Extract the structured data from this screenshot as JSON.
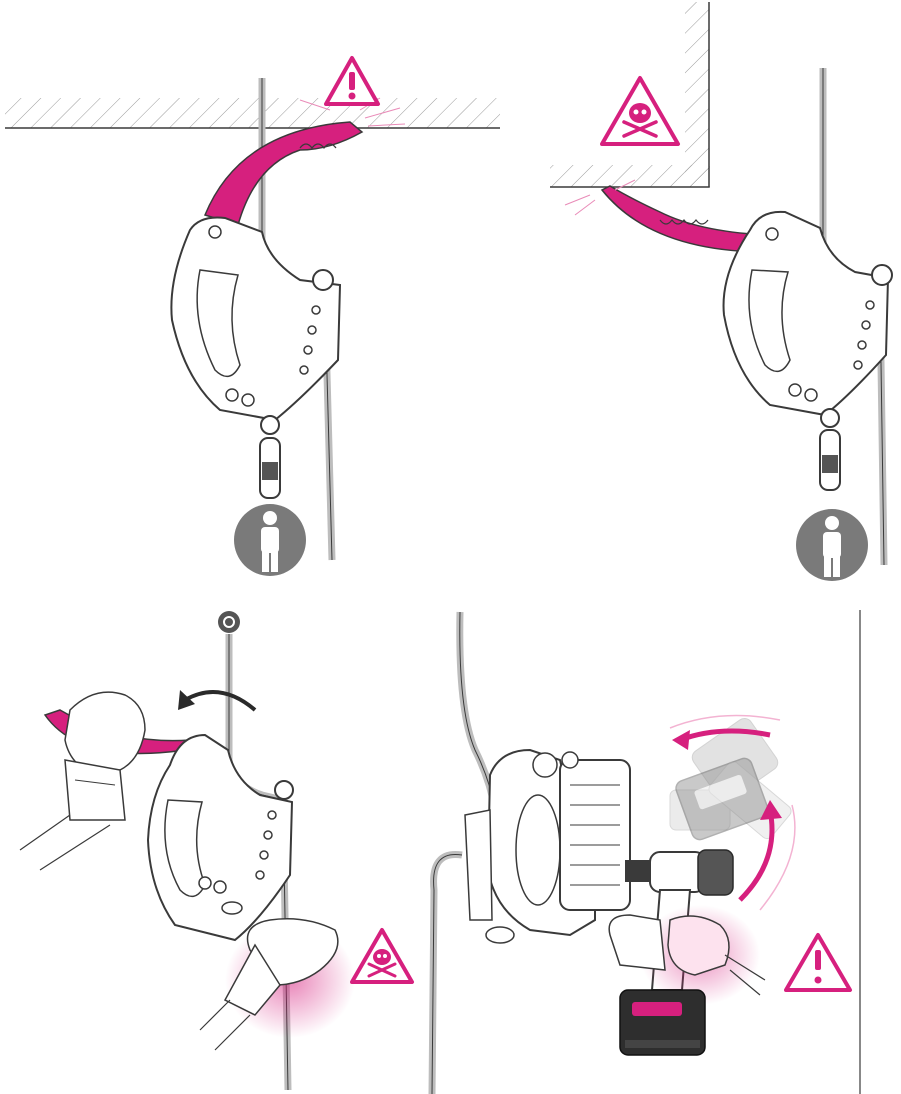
{
  "colors": {
    "accent": "#d6207e",
    "line": "#3a3a3a",
    "rope": "#bdbdbd",
    "grey_badge": "#7a7a7a",
    "battery": "#2e2e2e",
    "white": "#ffffff"
  },
  "icons": {
    "warning": "warning-triangle-icon",
    "danger": "skull-crossbones-icon",
    "person": "person-icon",
    "eye": "eye-icon"
  },
  "panels": [
    {
      "id": "handle-against-ceiling-warning"
    },
    {
      "id": "handle-hitting-wall-danger"
    },
    {
      "id": "manual-handle-operation-danger"
    },
    {
      "id": "power-drill-operation-warning"
    }
  ]
}
